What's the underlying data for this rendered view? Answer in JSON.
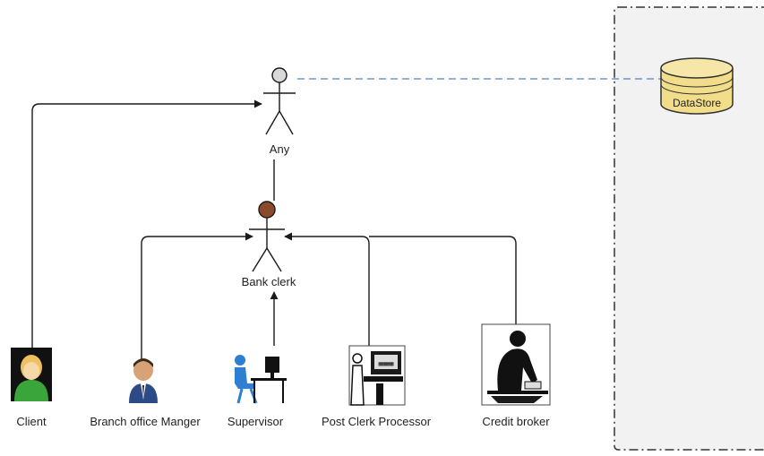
{
  "actors": {
    "any": {
      "label": "Any"
    },
    "bank_clerk": {
      "label": "Bank clerk"
    },
    "client": {
      "label": "Client"
    },
    "branch_office_manager": {
      "label": "Branch office Manger"
    },
    "supervisor": {
      "label": "Supervisor"
    },
    "post_clerk_processor": {
      "label": "Post Clerk Processor"
    },
    "credit_broker": {
      "label": "Credit broker"
    }
  },
  "datastore": {
    "label": "DataStore"
  },
  "colors": {
    "connector": "#1a1a1a",
    "dashed_link": "#5b7fc4",
    "any_head": "#d9d9d9",
    "bank_clerk_head": "#8b4a2b",
    "datastore_fill": "#f2dd8a",
    "boundary_fill": "#f2f2f2"
  },
  "icons": {
    "client": "person-avatar-icon",
    "branch_office_manager": "manager-avatar-icon",
    "supervisor": "desk-worker-icon",
    "post_clerk_processor": "clerk-terminal-icon",
    "credit_broker": "broker-writing-icon",
    "datastore": "database-cylinder-icon"
  }
}
